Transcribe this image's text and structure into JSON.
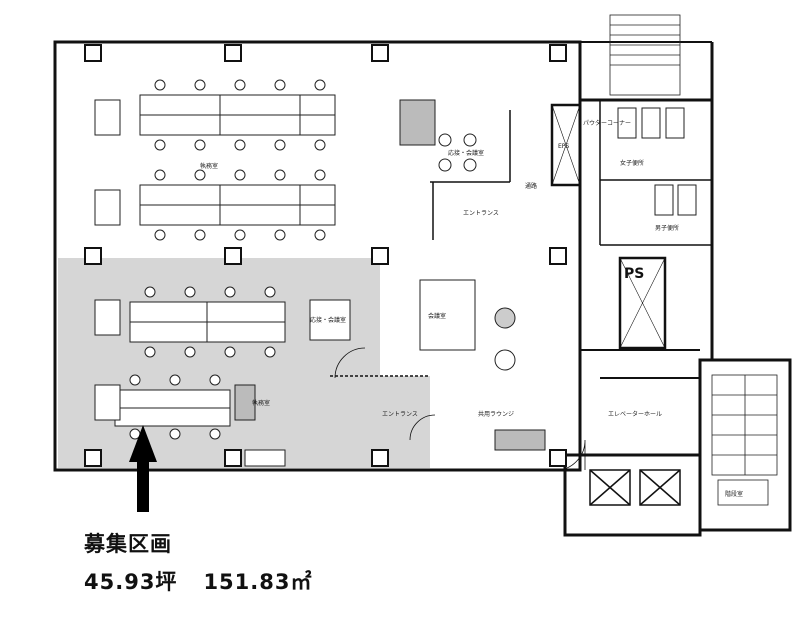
{
  "plan": {
    "rooms": {
      "office_upper": "執務室",
      "office_lower": "執務室",
      "meeting_upper": "応接・会議室",
      "meeting_lower": "応接・会議室",
      "meeting_center": "会議室",
      "entrance_upper": "エントランス",
      "entrance_lower": "エントランス",
      "corridor": "通路",
      "lounge": "共用ラウンジ",
      "elevator_hall": "エレベーターホール",
      "powder_corner": "パウダーコーナー",
      "eps": "EPS",
      "ps": "PS",
      "womens_toilet": "女子便所",
      "mens_toilet": "男子便所",
      "stairs": "階段室"
    },
    "highlight_color": "#d4d4d4",
    "wall_color": "#111111"
  },
  "caption": {
    "title": "募集区画",
    "area_tsubo": "45.93坪",
    "area_sqm": "151.83㎡"
  }
}
